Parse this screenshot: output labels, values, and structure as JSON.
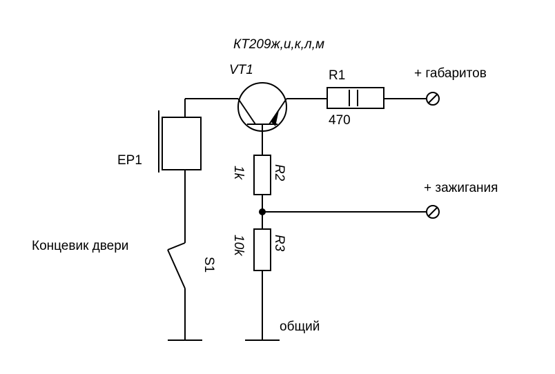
{
  "transistor": {
    "type_label": "КТ209ж,и,к,л,м",
    "ref": "VT1"
  },
  "r1": {
    "ref": "R1",
    "value": "470"
  },
  "r2": {
    "ref": "R2",
    "value": "1k"
  },
  "r3": {
    "ref": "R3",
    "value": "10k"
  },
  "ep1": {
    "ref": "EP1"
  },
  "s1": {
    "ref": "S1",
    "caption": "Концевик двери"
  },
  "terminals": {
    "parking": "+ габаритов",
    "ignition": "+ зажигания",
    "common": "общий"
  }
}
